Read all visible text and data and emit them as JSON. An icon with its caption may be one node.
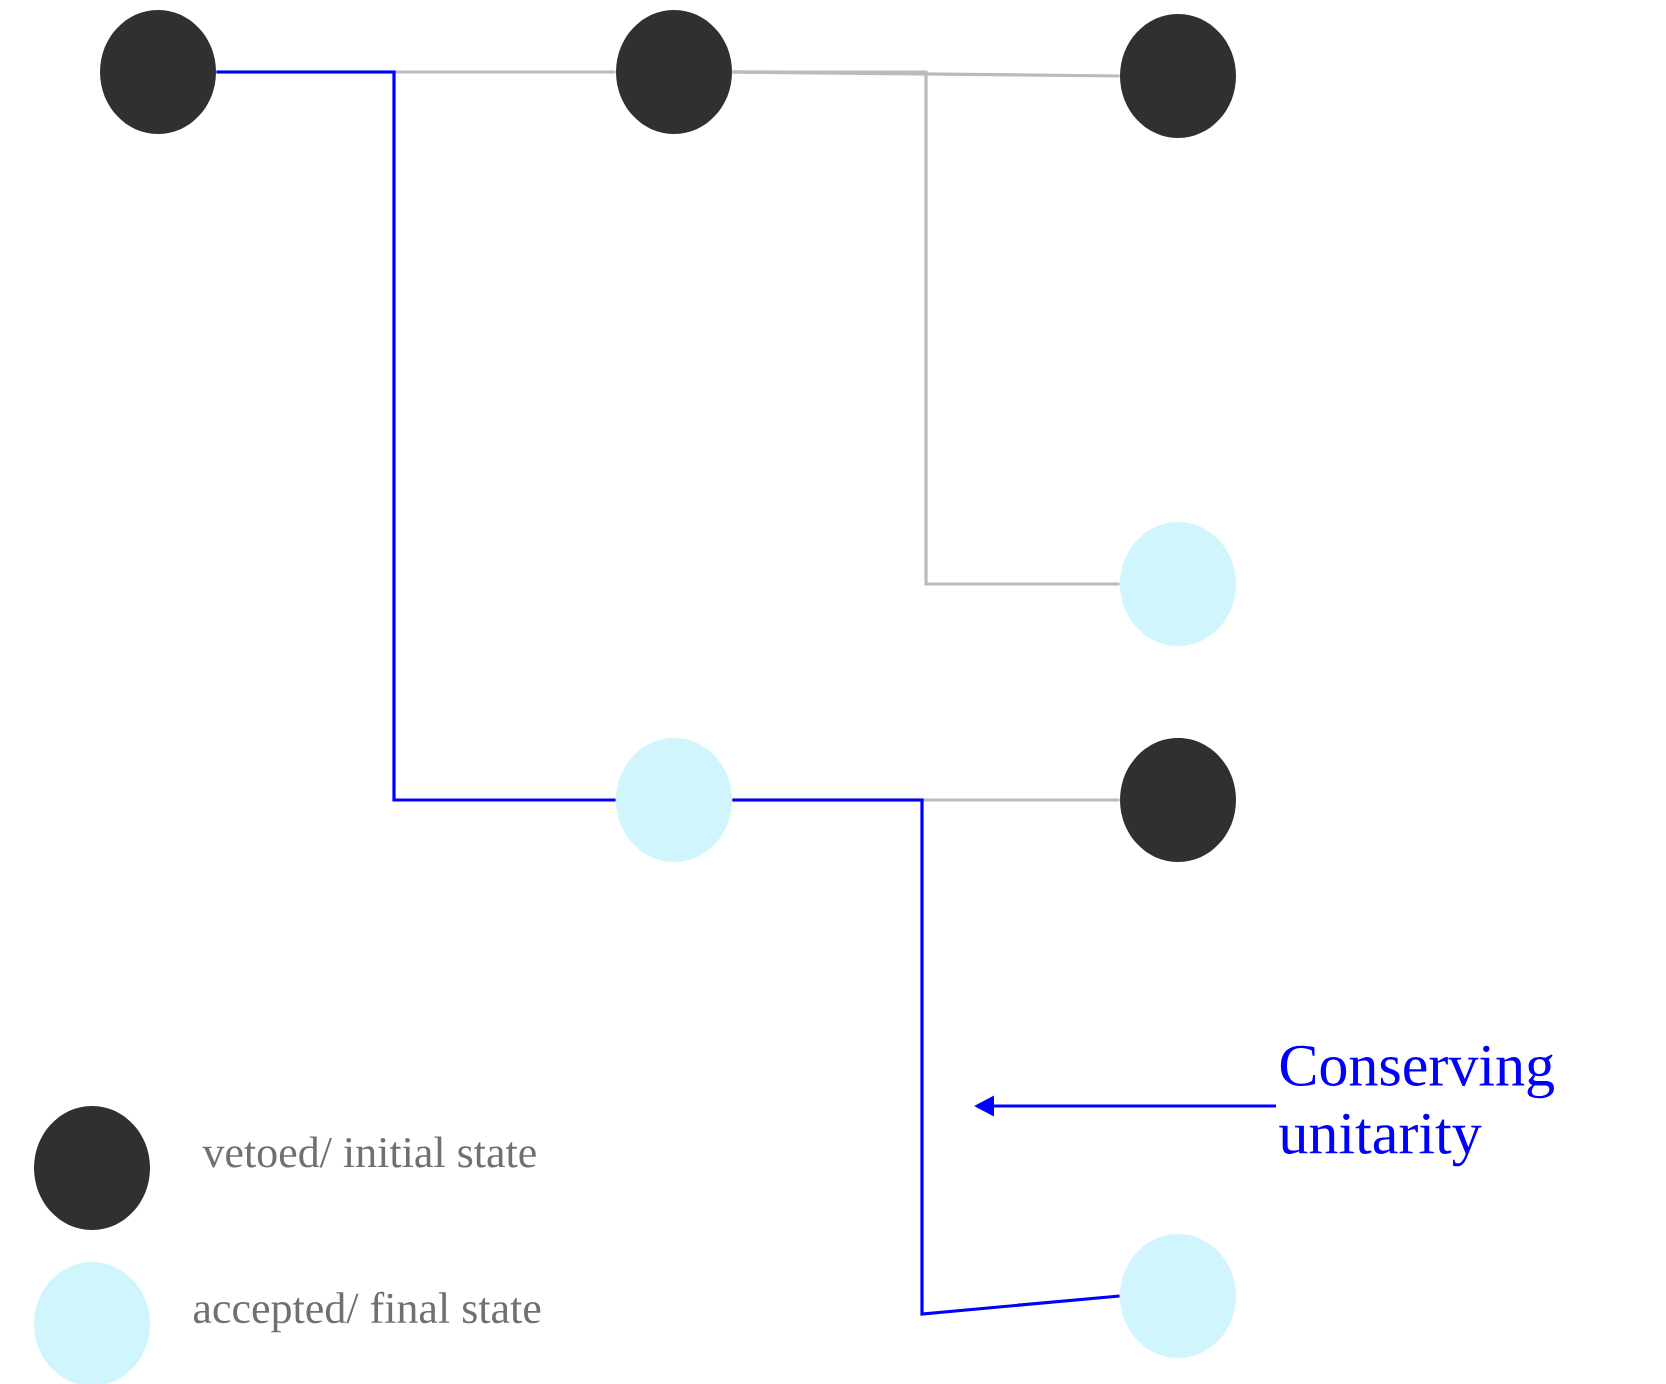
{
  "diagram": {
    "nodes": [
      {
        "text": [],
        "shape": "circle"
      },
      {
        "text": [],
        "shape": "circle"
      },
      {
        "text": [],
        "shape": "circle"
      },
      {
        "text": [],
        "shape": "circle"
      },
      {
        "text": [],
        "shape": "circle"
      },
      {
        "text": [],
        "shape": "circle"
      },
      {
        "text": [],
        "shape": "circle"
      },
      {
        "text": [
          "Conserving unitarity"
        ]
      }
    ],
    "edges": [
      {
        "from": 0,
        "to": 1,
        "arrow": "none"
      },
      {
        "from": 0,
        "to": 4,
        "arrow": "none",
        "color": "#0000ff"
      },
      {
        "from": 1,
        "to": 2,
        "arrow": "none"
      },
      {
        "from": 1,
        "to": 3,
        "arrow": "none"
      },
      {
        "from": 4,
        "to": 5,
        "arrow": "none"
      },
      {
        "from": 4,
        "to": 6,
        "arrow": "none",
        "color": "#0000ff"
      },
      {
        "from": 7,
        "to": null,
        "arrow": "to",
        "color": "#0000ff"
      }
    ],
    "legend": [
      {
        "text": "vetoed/ initial state",
        "color": "#303030"
      },
      {
        "text": "accepted/ final state",
        "color": "#d1f5fc"
      }
    ]
  }
}
